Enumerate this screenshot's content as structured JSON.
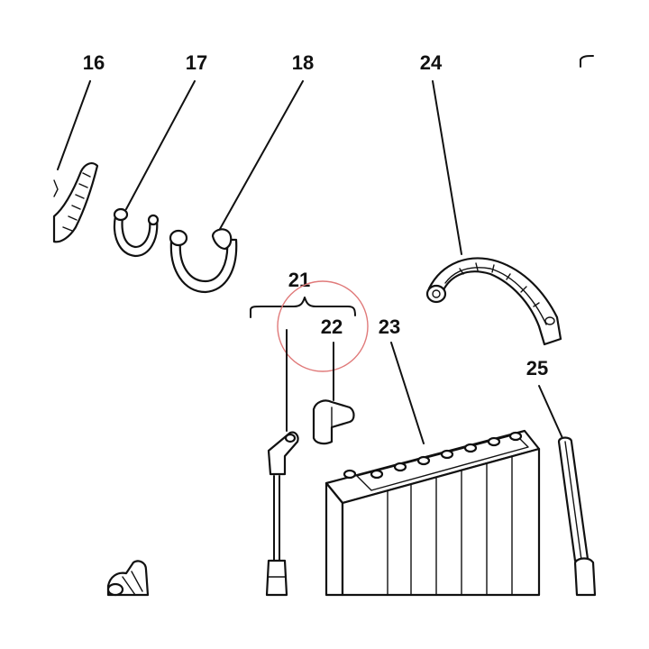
{
  "callouts": {
    "c16": "16",
    "c17": "17",
    "c18": "18",
    "c21": "21",
    "c22": "22",
    "c23": "23",
    "c24": "24",
    "c25": "25"
  },
  "colors": {
    "line": "#111111",
    "background": "#ffffff",
    "highlight_circle": "#e07a7a"
  }
}
